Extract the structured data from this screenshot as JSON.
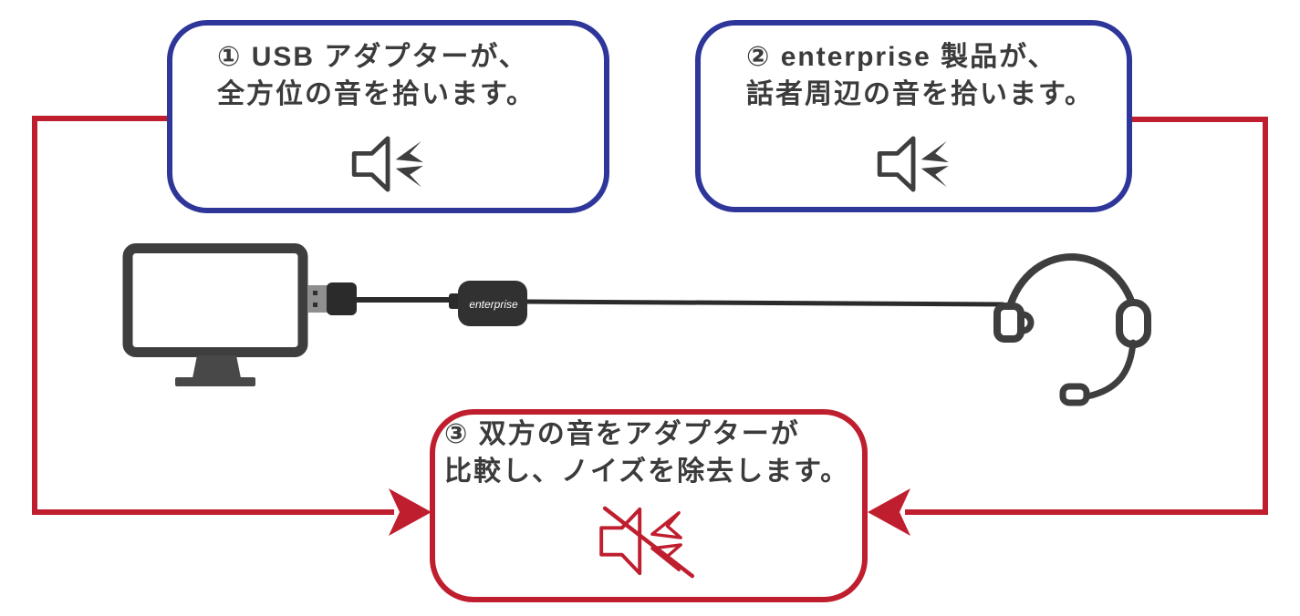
{
  "callouts": [
    {
      "lines": [
        "① USB アダプターが、",
        "全方位の音を拾います。"
      ],
      "icon": "sound-pickup-icon"
    },
    {
      "lines": [
        "② enterprise 製品が、",
        "話者周辺の音を拾います。"
      ],
      "icon": "sound-pickup-icon"
    },
    {
      "lines": [
        "③ 双方の音をアダプターが",
        "比較し、ノイズを除去します。"
      ],
      "icon": "sound-muted-icon"
    }
  ],
  "devices": {
    "adapter_label": "enterprise"
  },
  "colors": {
    "callout_blue": "#2f3699",
    "flow_red": "#bf1e2e",
    "device_gray": "#3e3e3e",
    "text": "#3b3b3b"
  }
}
